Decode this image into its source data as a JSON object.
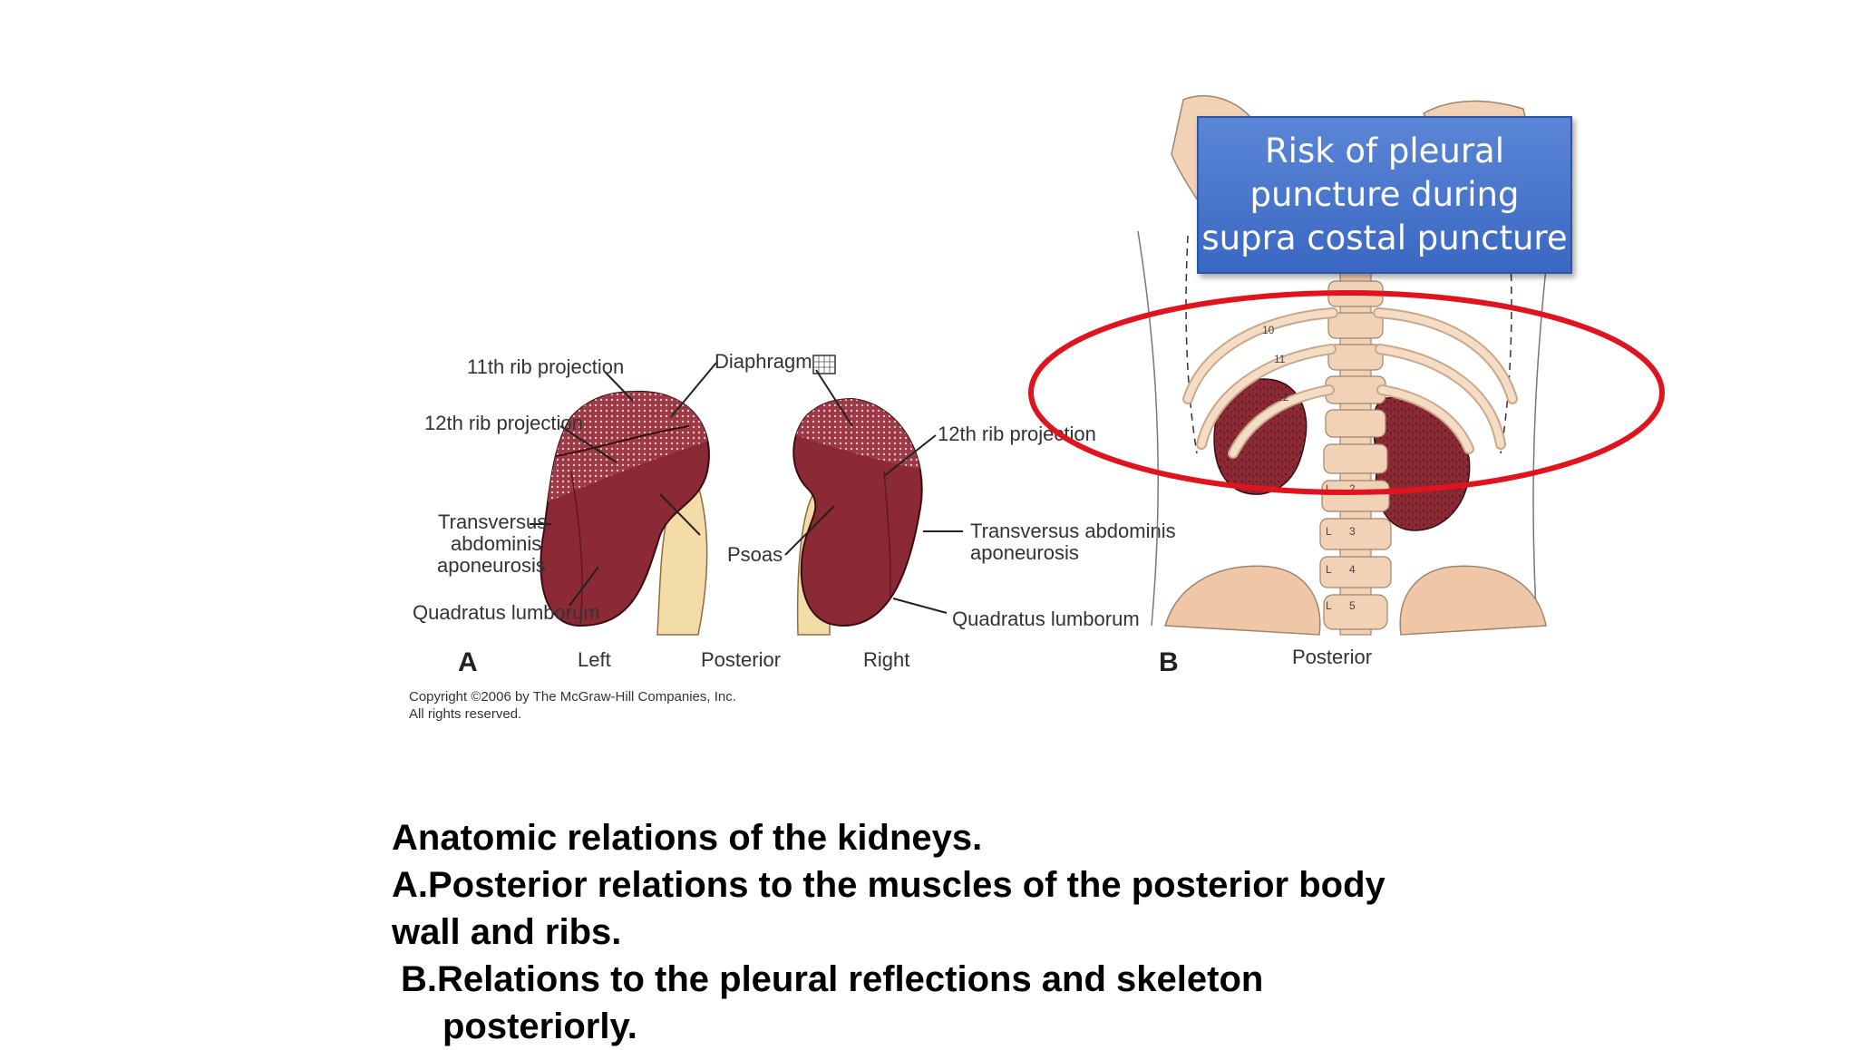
{
  "figure": {
    "panel_a": {
      "letter": "A",
      "labels": {
        "rib11": "11th rib projection",
        "rib12_left": "12th rib projection",
        "diaphragm": "Diaphragm",
        "rib12_right": "12th rib projection",
        "transversus_left_1": "Transversus",
        "transversus_left_2": "abdominis",
        "transversus_left_3": "aponeurosis",
        "psoas": "Psoas",
        "transversus_right_1": "Transversus abdominis",
        "transversus_right_2": "aponeurosis",
        "quadratus_left": "Quadratus lumborum",
        "quadratus_right": "Quadratus lumborum",
        "left": "Left",
        "posterior": "Posterior",
        "right": "Right"
      },
      "copyright_1": "Copyright ©2006 by The McGraw-Hill Companies, Inc.",
      "copyright_2": "All rights reserved."
    },
    "panel_b": {
      "letter": "B",
      "posterior": "Posterior",
      "rib_numbers": [
        "10",
        "11",
        "12"
      ],
      "vertebra_labels": [
        "2",
        "3",
        "4",
        "5"
      ],
      "vertebra_prefix": "L"
    },
    "callout": "Risk of pleural\npuncture during\nsupra costal puncture",
    "colors": {
      "kidney": "#8b2a35",
      "psoas": "#f3dca8",
      "bone": "#f1d2b6",
      "callout": "#4472c4",
      "ellipse": "#e0141e"
    }
  },
  "caption": {
    "line1": "Anatomic relations of the kidneys.",
    "line2": "A.Posterior relations to the muscles of the posterior body",
    "line3": "wall and  ribs.",
    "line4_marker": "B.",
    "line4": "Relations to the pleural reflections and skeleton",
    "line5": "posteriorly."
  }
}
